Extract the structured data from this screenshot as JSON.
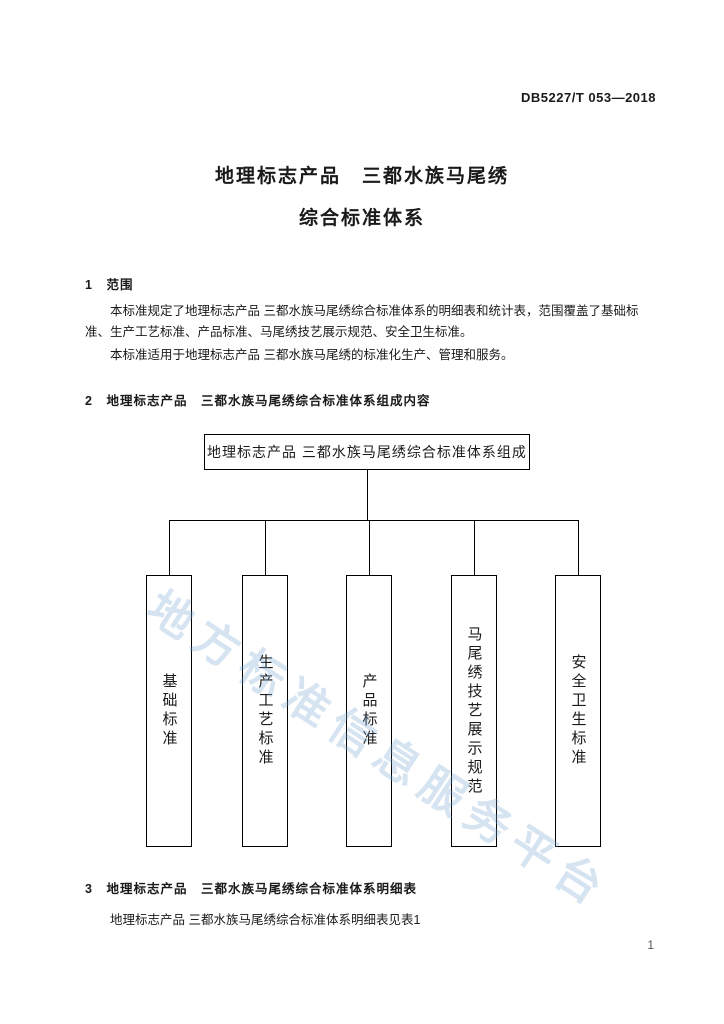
{
  "header": {
    "doc_number": "DB5227/T 053—2018"
  },
  "title": {
    "line1": "地理标志产品　三都水族马尾绣",
    "line2": "综合标准体系"
  },
  "sections": {
    "scope": {
      "heading": "1　范围",
      "para1": "本标准规定了地理标志产品 三都水族马尾绣综合标准体系的明细表和统计表，范围覆盖了基础标准、生产工艺标准、产品标准、马尾绣技艺展示规范、安全卫生标准。",
      "para2": "本标准适用于地理标志产品 三都水族马尾绣的标准化生产、管理和服务。"
    },
    "composition": {
      "heading": "2　地理标志产品　三都水族马尾绣综合标准体系组成内容"
    },
    "detail": {
      "heading": "3　地理标志产品　三都水族马尾绣综合标准体系明细表",
      "para1": "地理标志产品 三都水族马尾绣综合标准体系明细表见表1"
    }
  },
  "diagram": {
    "root": "地理标志产品 三都水族马尾绣综合标准体系组成",
    "children": [
      "基础标准",
      "生产工艺标准",
      "产品标准",
      "马尾绣技艺展示规范",
      "安全卫生标准"
    ]
  },
  "watermark": "地方标准信息服务平台",
  "page": {
    "number": "1"
  }
}
